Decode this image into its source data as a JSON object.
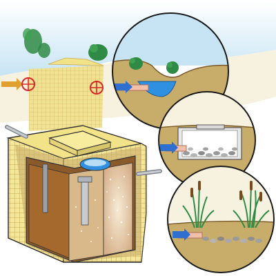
{
  "diagram": {
    "subject": "septic-tank-treatment-illustration",
    "panels": [
      {
        "id": "discharge-to-pond",
        "icon": "pond-outlet-icon"
      },
      {
        "id": "discharge-to-soak-pit",
        "icon": "drainage-pit-icon"
      },
      {
        "id": "discharge-to-reed-bed",
        "icon": "reed-bed-icon"
      }
    ],
    "colors": {
      "sky": "#c7e4f4",
      "ground": "#c9b57a",
      "soil_fill": "#c8ad6a",
      "tank_yellow": "#f2e389",
      "grid_yellow": "#efe08a",
      "arrow_blue": "#2f6fd0",
      "arrow_orange": "#e0a030",
      "marker_red": "#d8262a",
      "water_blue": "#2f8fe0",
      "pipe_pink": "#f0c0a8",
      "foliage_green": "#2f8a45"
    }
  }
}
